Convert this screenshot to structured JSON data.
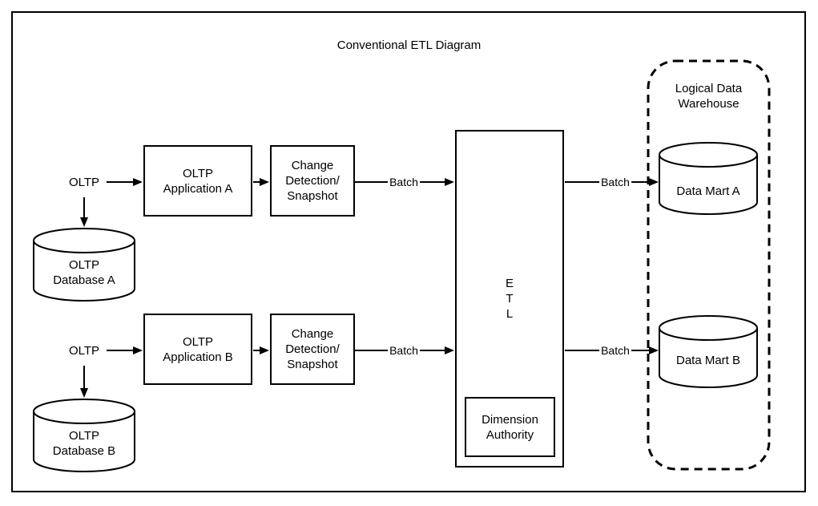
{
  "diagram": {
    "title": "Conventional ETL Diagram"
  },
  "row_a": {
    "source_label": "OLTP",
    "database_label": "OLTP\nDatabase A",
    "application_label": "OLTP\nApplication A",
    "change_detection_label": "Change\nDetection/\nSnapshot",
    "batch_in_label": "Batch",
    "batch_out_label": "Batch",
    "data_mart_label": "Data Mart A"
  },
  "row_b": {
    "source_label": "OLTP",
    "database_label": "OLTP\nDatabase B",
    "application_label": "OLTP\nApplication B",
    "change_detection_label": "Change\nDetection/\nSnapshot",
    "batch_in_label": "Batch",
    "batch_out_label": "Batch",
    "data_mart_label": "Data Mart B"
  },
  "etl": {
    "label": "E\nT\nL",
    "dimension_authority_label": "Dimension\nAuthority"
  },
  "warehouse": {
    "label": "Logical Data\nWarehouse"
  },
  "colors": {
    "stroke": "#000000",
    "background": "#ffffff"
  }
}
